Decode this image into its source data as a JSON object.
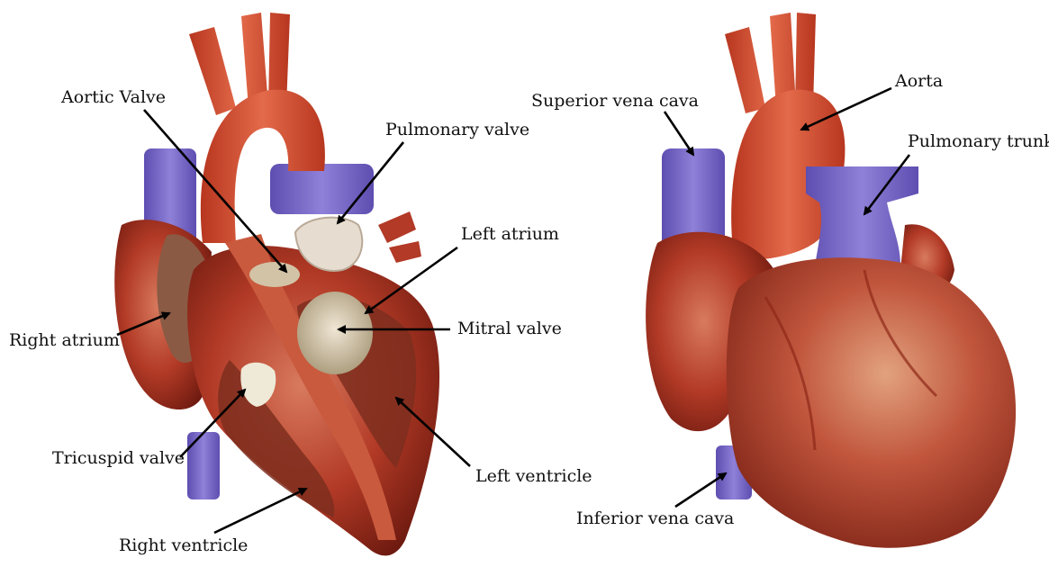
{
  "colors": {
    "background": "#ffffff",
    "muscle": "#b23a26",
    "muscle_dark": "#7e1e12",
    "aorta": "#d9553a",
    "vein_blue": "#7b68c8",
    "valve": "#d8cdb7",
    "arrow": "#000000"
  },
  "left_figure": {
    "labels": {
      "aortic_valve": "Aortic Valve",
      "pulmonary_valve": "Pulmonary valve",
      "left_atrium": "Left atrium",
      "right_atrium": "Right atrium",
      "mitral_valve": "Mitral valve",
      "tricuspid_valve": "Tricuspid valve",
      "left_ventricle": "Left ventricle",
      "right_ventricle": "Right ventricle"
    }
  },
  "right_figure": {
    "labels": {
      "superior_vena_cava": "Superior vena cava",
      "aorta": "Aorta",
      "pulmonary_trunk": "Pulmonary trunk",
      "inferior_vena_cava": "Inferior vena cava"
    }
  }
}
